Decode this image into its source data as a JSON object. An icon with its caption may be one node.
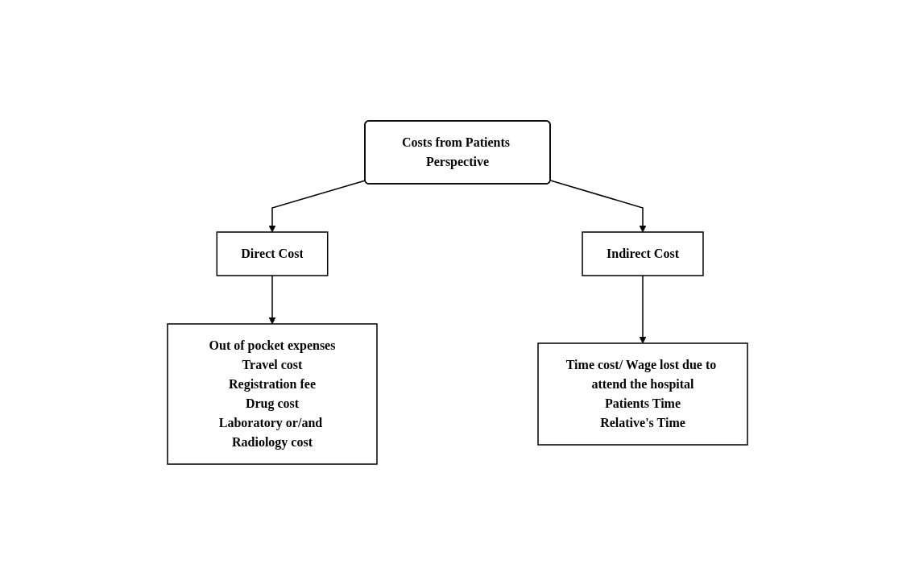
{
  "diagram": {
    "nodes": [
      {
        "text": [
          "Costs from Patients Perspective"
        ]
      },
      {
        "text": [
          "Direct Cost"
        ]
      },
      {
        "text": [
          "Indirect Cost"
        ]
      },
      {
        "text": [
          "Out of pocket expenses",
          "Travel cost",
          "Registration fee",
          "Drug cost",
          "Laboratory or/and Radiology cost"
        ]
      },
      {
        "text": [
          "Time cost/ Wage lost due to attend the hospital",
          "Patients Time",
          "Relative's Time"
        ]
      }
    ],
    "edges": [
      {
        "from": 0,
        "to": 1,
        "arrow": "to"
      },
      {
        "from": 0,
        "to": 2,
        "arrow": "to"
      },
      {
        "from": 1,
        "to": 3,
        "arrow": "to"
      },
      {
        "from": 2,
        "to": 4,
        "arrow": "to"
      }
    ]
  }
}
